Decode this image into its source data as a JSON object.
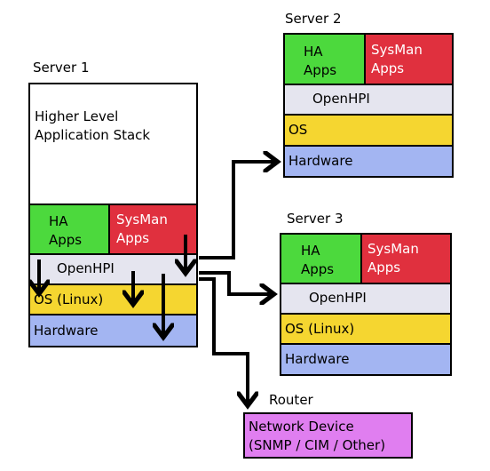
{
  "server1": {
    "title": "Server 1",
    "app_stack_line1": "Higher Level",
    "app_stack_line2": "Application Stack",
    "ha_line1": "HA",
    "ha_line2": "Apps",
    "sysman_line1": "SysMan",
    "sysman_line2": "Apps",
    "openhpi": "OpenHPI",
    "os": "OS (Linux)",
    "hardware": "Hardware"
  },
  "server2": {
    "title": "Server 2",
    "ha_line1": "HA",
    "ha_line2": "Apps",
    "sysman_line1": "SysMan",
    "sysman_line2": "Apps",
    "openhpi": "OpenHPI",
    "os": "OS",
    "hardware": "Hardware"
  },
  "server3": {
    "title": "Server 3",
    "ha_line1": "HA",
    "ha_line2": "Apps",
    "sysman_line1": "SysMan",
    "sysman_line2": "Apps",
    "openhpi": "OpenHPI",
    "os": "OS (Linux)",
    "hardware": "Hardware"
  },
  "router": {
    "title": "Router",
    "device_line1": "Network Device",
    "device_line2": "(SNMP / CIM / Other)"
  },
  "colors": {
    "ha_apps": "#4cd93d",
    "sysman_apps": "#e0303e",
    "openhpi": "#e5e5ef",
    "os": "#f5d630",
    "hardware": "#a3b5f2",
    "network_device": "#e07ef0"
  }
}
